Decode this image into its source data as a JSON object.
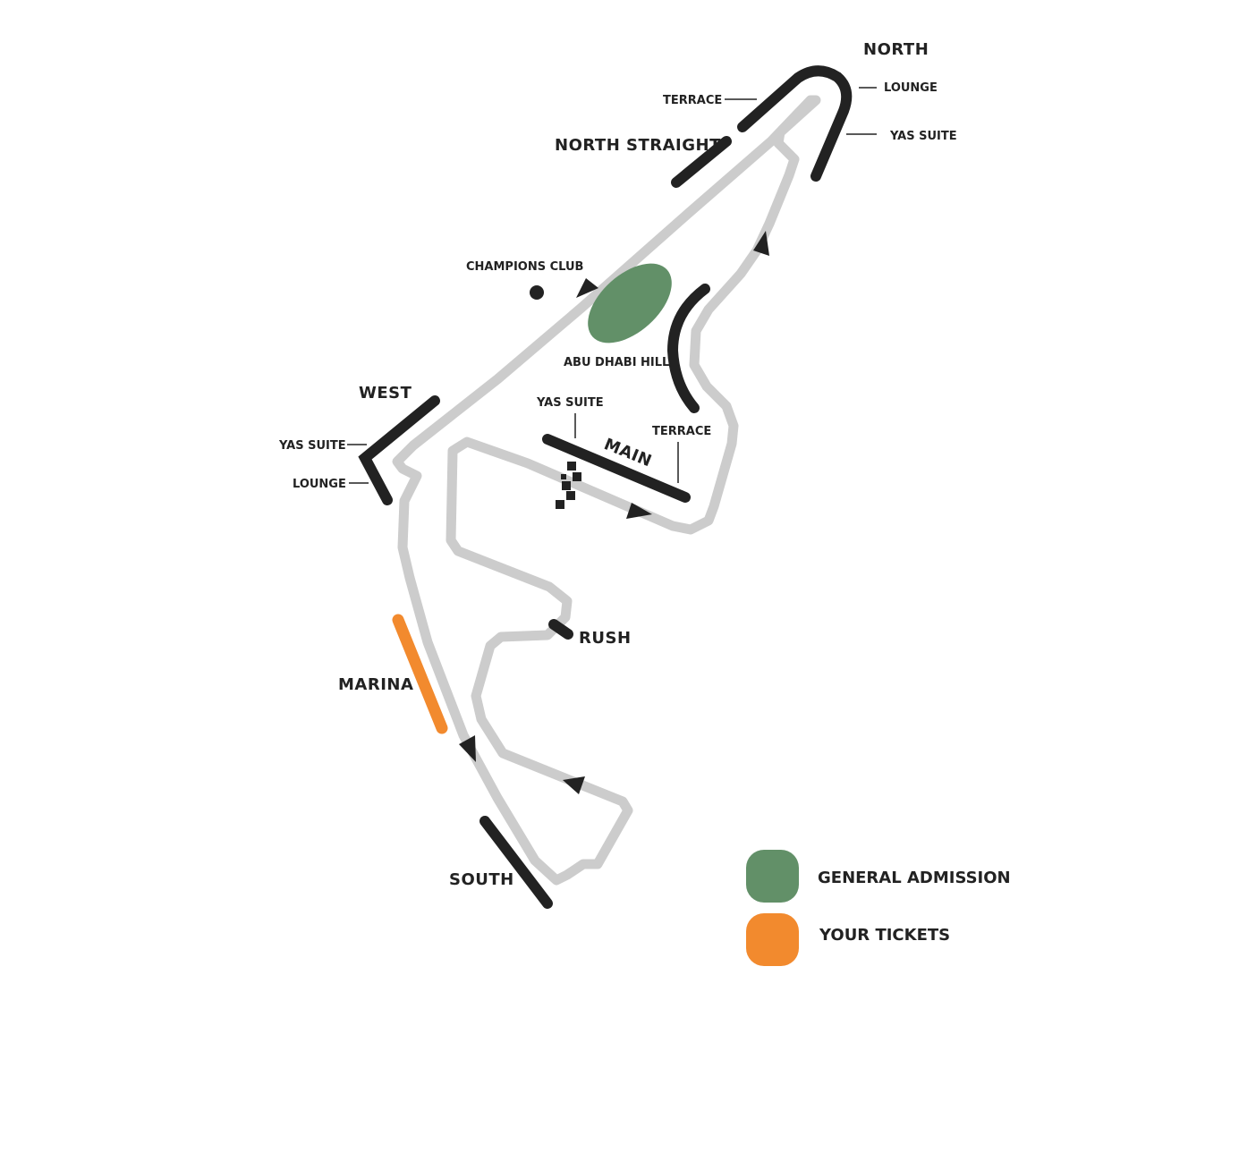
{
  "colors": {
    "track": "#cccccc",
    "stand": "#222222",
    "general_admission": "#629068",
    "your_tickets": "#f28a2e"
  },
  "stands": {
    "north": "NORTH",
    "north_terrace": "TERRACE",
    "north_lounge": "LOUNGE",
    "north_yas_suite": "YAS SUITE",
    "north_straight": "NORTH STRAIGHT",
    "champions_club": "CHAMPIONS CLUB",
    "abu_dhabi_hill": "ABU DHABI HILL",
    "west": "WEST",
    "west_yas_suite": "YAS SUITE",
    "west_lounge": "LOUNGE",
    "main_yas_suite": "YAS SUITE",
    "main": "MAIN",
    "main_terrace": "TERRACE",
    "rush": "RUSH",
    "marina": "MARINA",
    "south": "SOUTH"
  },
  "legend": {
    "general_admission": "GENERAL ADMISSION",
    "your_tickets": "YOUR TICKETS"
  },
  "icons": [
    "direction-arrow-icon",
    "start-finish-flag-icon"
  ]
}
